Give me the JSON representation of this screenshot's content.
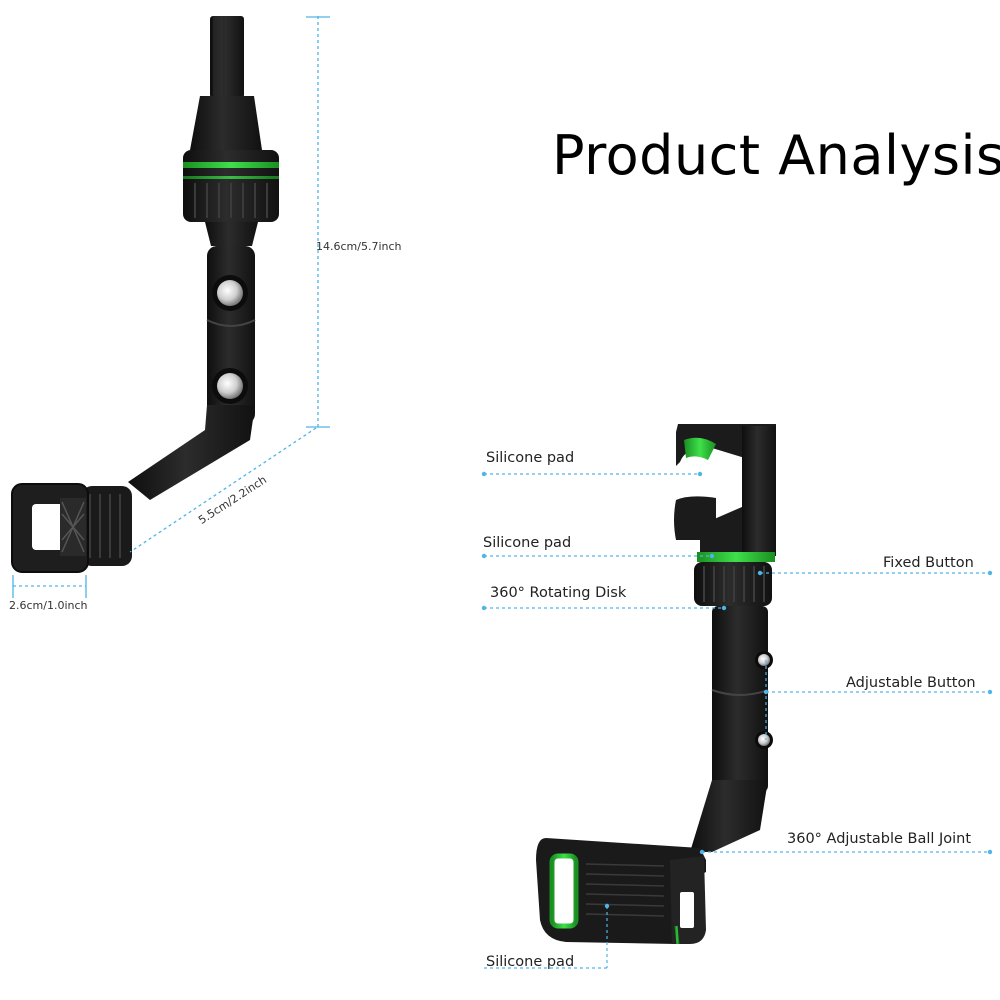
{
  "title": "Product Analysis",
  "dimensions": {
    "height": "14.6cm/5.7inch",
    "arm": "5.5cm/2.2inch",
    "width": "2.6cm/1.0inch"
  },
  "callouts": {
    "silicone_pad_top": "Silicone pad",
    "silicone_pad_mid": "Silicone pad",
    "rotating_disk": "360° Rotating Disk",
    "fixed_button": "Fixed Button",
    "adjustable_button": "Adjustable Button",
    "ball_joint": "360° Adjustable Ball Joint",
    "silicone_pad_bottom": "Silicone pad"
  },
  "colors": {
    "accent_green": "#22c02a",
    "body_black": "#1b1b1b",
    "guide_blue": "#4fb4e8"
  }
}
